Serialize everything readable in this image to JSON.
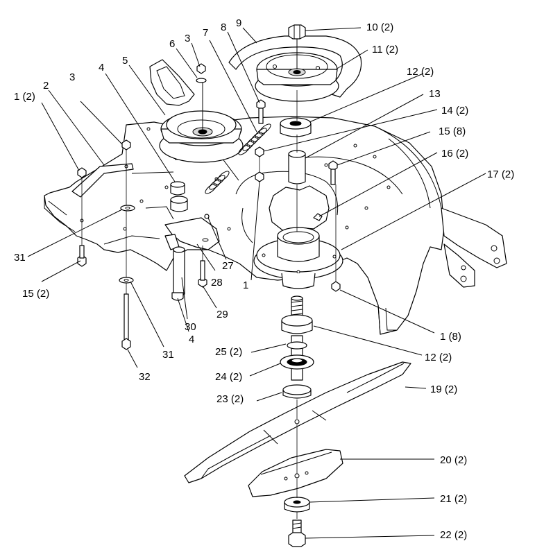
{
  "callouts": [
    {
      "id": "c-1-2",
      "text": "1 (2)"
    },
    {
      "id": "c-2",
      "text": "2"
    },
    {
      "id": "c-3a",
      "text": "3"
    },
    {
      "id": "c-4a",
      "text": "4"
    },
    {
      "id": "c-5",
      "text": "5"
    },
    {
      "id": "c-6",
      "text": "6"
    },
    {
      "id": "c-3b",
      "text": "3"
    },
    {
      "id": "c-7",
      "text": "7"
    },
    {
      "id": "c-8",
      "text": "8"
    },
    {
      "id": "c-9",
      "text": "9"
    },
    {
      "id": "c-10",
      "text": "10 (2)"
    },
    {
      "id": "c-11",
      "text": "11 (2)"
    },
    {
      "id": "c-12a",
      "text": "12 (2)"
    },
    {
      "id": "c-13",
      "text": "13"
    },
    {
      "id": "c-14",
      "text": "14 (2)"
    },
    {
      "id": "c-15a",
      "text": "15 (8)"
    },
    {
      "id": "c-16",
      "text": "16 (2)"
    },
    {
      "id": "c-17",
      "text": "17 (2)"
    },
    {
      "id": "c-31a",
      "text": "31"
    },
    {
      "id": "c-15b",
      "text": "15 (2)"
    },
    {
      "id": "c-27",
      "text": "27"
    },
    {
      "id": "c-28",
      "text": "28"
    },
    {
      "id": "c-1",
      "text": "1"
    },
    {
      "id": "c-29",
      "text": "29"
    },
    {
      "id": "c-30",
      "text": "30"
    },
    {
      "id": "c-4b",
      "text": "4"
    },
    {
      "id": "c-31b",
      "text": "31"
    },
    {
      "id": "c-32",
      "text": "32"
    },
    {
      "id": "c-1-8",
      "text": "1 (8)"
    },
    {
      "id": "c-25",
      "text": "25 (2)"
    },
    {
      "id": "c-12b",
      "text": "12 (2)"
    },
    {
      "id": "c-24",
      "text": "24 (2)"
    },
    {
      "id": "c-23",
      "text": "23 (2)"
    },
    {
      "id": "c-19",
      "text": "19 (2)"
    },
    {
      "id": "c-20",
      "text": "20 (2)"
    },
    {
      "id": "c-21",
      "text": "21 (2)"
    },
    {
      "id": "c-22",
      "text": "22 (2)"
    }
  ]
}
